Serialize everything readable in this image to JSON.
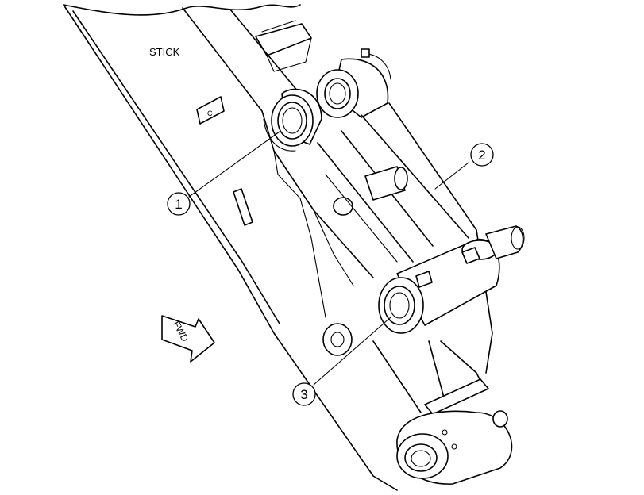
{
  "labels": {
    "stick": "STICK",
    "fwd": "FWD",
    "tag_small": "C"
  },
  "callouts": [
    {
      "number": "1",
      "part": "bushing-upper"
    },
    {
      "number": "2",
      "part": "link"
    },
    {
      "number": "3",
      "part": "bushing-lower"
    }
  ]
}
